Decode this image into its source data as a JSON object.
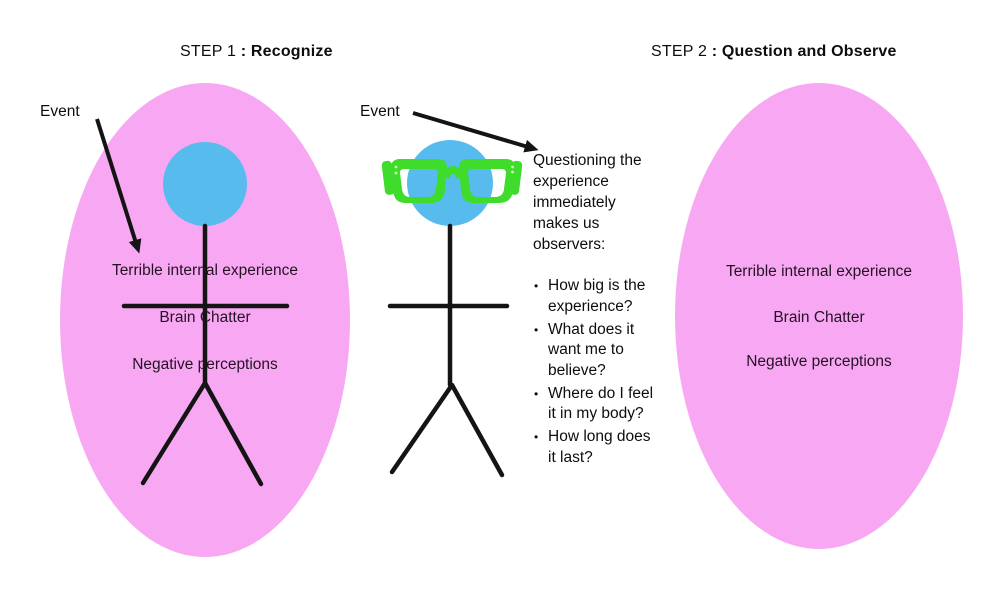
{
  "colors": {
    "ellipse_pink": "#f8a8f2",
    "head_blue": "#57bbee",
    "glasses_green": "#3fdc2b",
    "glasses_dot": "#c9ffc0",
    "line_black": "#141414",
    "text_dark": "#241224",
    "text_black": "#0d0d0d",
    "background": "#ffffff"
  },
  "step1": {
    "label": "STEP 1",
    "title": " : Recognize",
    "event_label": "Event",
    "ellipse_items": [
      "Terrible internal experience",
      "Brain Chatter",
      "Negative perceptions"
    ]
  },
  "step2": {
    "label": "STEP 2",
    "title": " : Question and Observe",
    "event_label": "Event",
    "ellipse_items": [
      "Terrible internal experience",
      "Brain Chatter",
      "Negative perceptions"
    ]
  },
  "middle": {
    "note_lines": [
      "Questioning the",
      "experience",
      "immediately",
      "makes us",
      "observers:"
    ],
    "bullets": [
      {
        "lines": [
          "How big is the",
          "experience?"
        ]
      },
      {
        "lines": [
          "What does it",
          "want me to",
          "believe?"
        ]
      },
      {
        "lines": [
          "Where do I feel",
          "it in my body?"
        ]
      },
      {
        "lines": [
          "How long does",
          "it last?"
        ]
      }
    ]
  }
}
